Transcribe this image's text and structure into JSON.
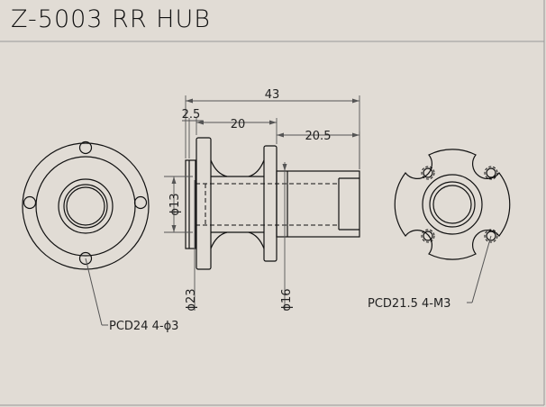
{
  "drawing": {
    "title": "Z-5003 RR HUB",
    "dimensions": {
      "overall_length": "43",
      "flange_thickness": "2.5",
      "hub_body_length": "20",
      "shaft_length": "20.5",
      "diameter_13": "ϕ13",
      "diameter_23": "ϕ23",
      "diameter_16": "ϕ16"
    },
    "callouts": {
      "left_pcd": "PCD24 4-ϕ3",
      "right_pcd": "PCD21.5 4-M3"
    }
  },
  "colors": {
    "background": "#e1dcd5",
    "lines": "#111111",
    "dimension_lines": "#555555"
  }
}
